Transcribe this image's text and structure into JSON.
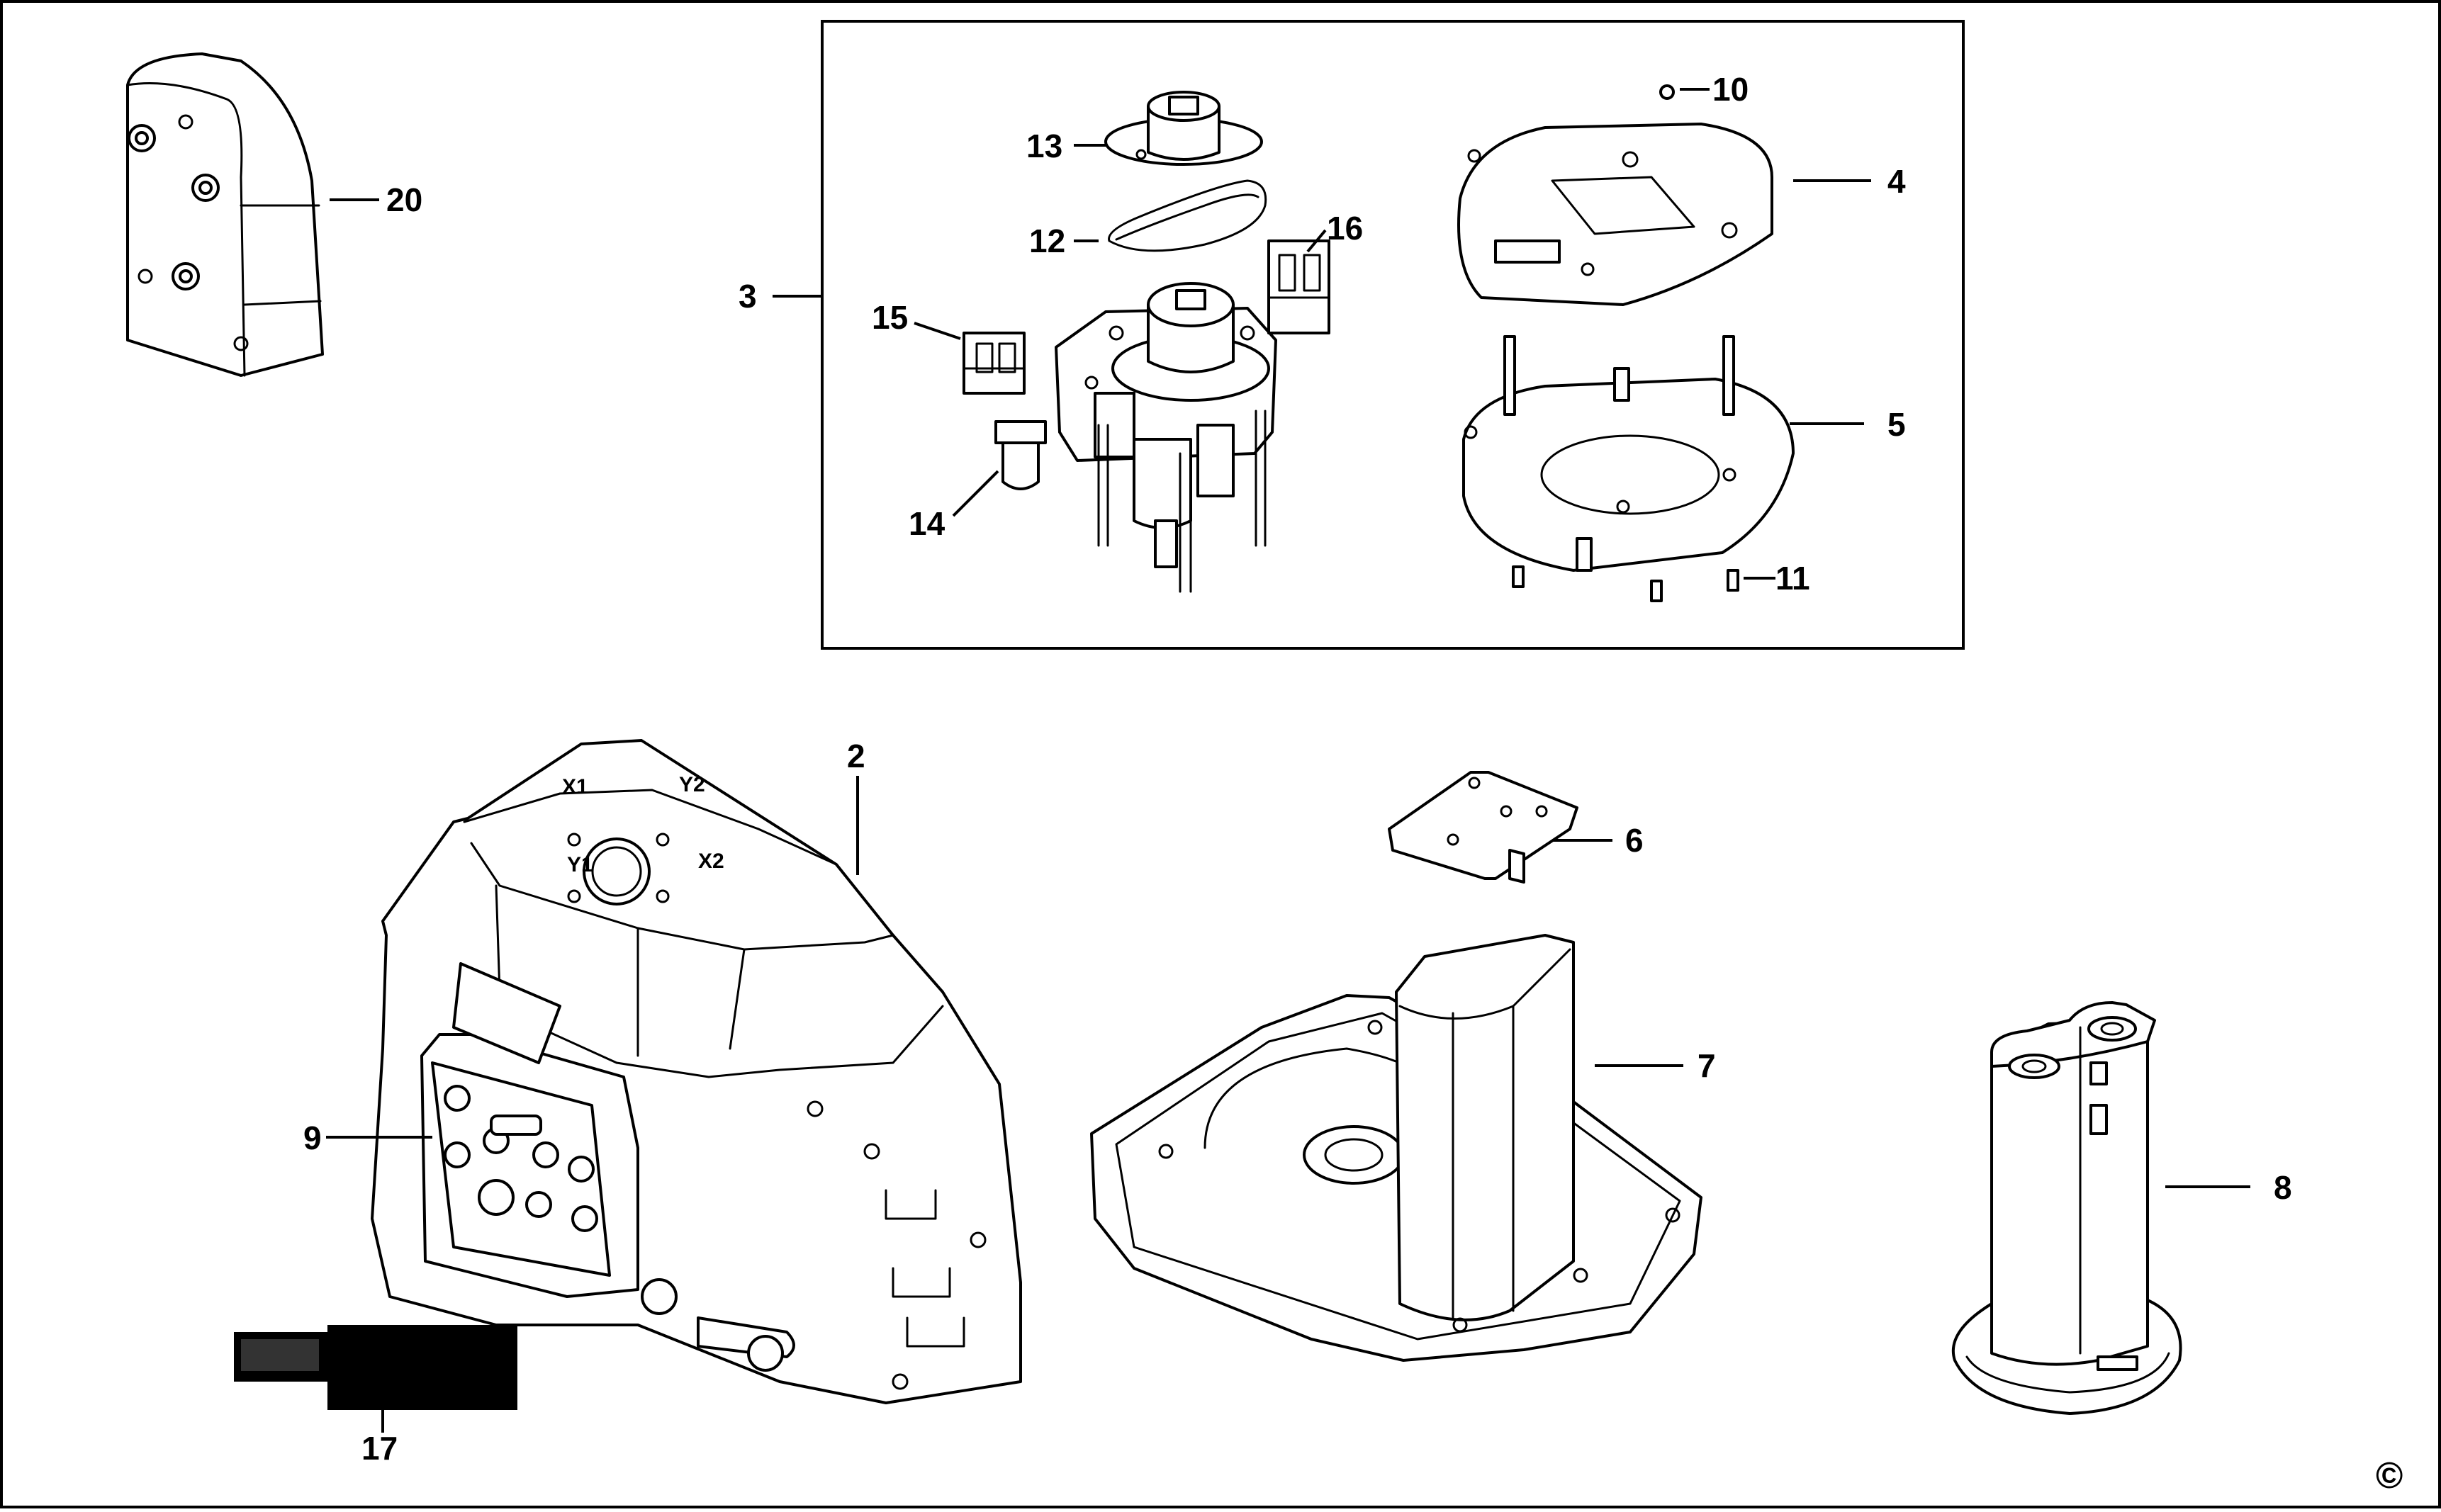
{
  "diagram": {
    "copyright_symbol": "©",
    "callouts": {
      "c2": "2",
      "c3": "3",
      "c4": "4",
      "c5": "5",
      "c6": "6",
      "c7": "7",
      "c8": "8",
      "c9": "9",
      "c10": "10",
      "c11": "11",
      "c12": "12",
      "c13": "13",
      "c14": "14",
      "c15": "15",
      "c16": "16",
      "c17": "17",
      "c20": "20"
    },
    "housing_markings": {
      "x1": "X1",
      "x2": "X2",
      "y1": "Y1",
      "y2": "Y2"
    }
  }
}
